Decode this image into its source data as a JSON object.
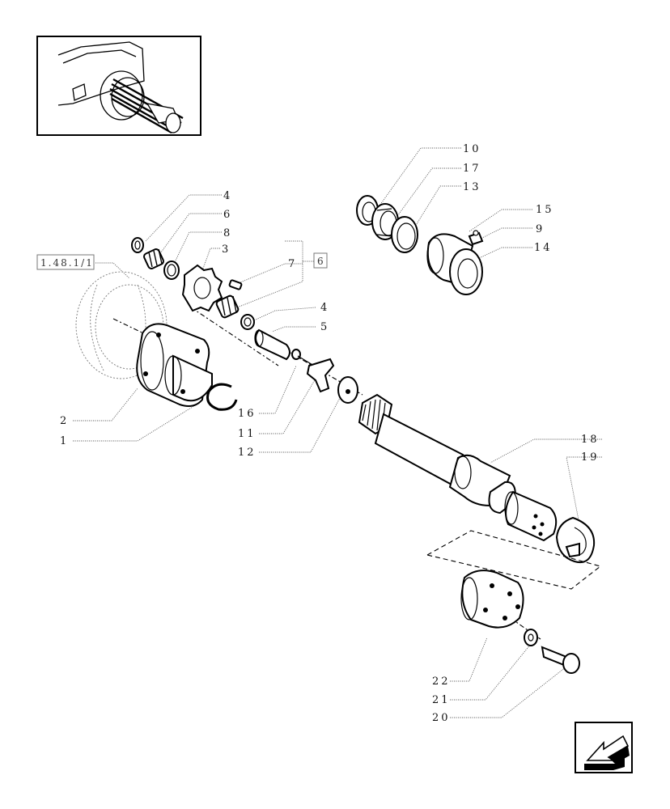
{
  "callouts": {
    "n1": "1",
    "n2": "2",
    "n3": "3",
    "n4a": "4",
    "n4b": "4",
    "n5": "5",
    "n6": "6",
    "n7": "7",
    "n8": "8",
    "n9": "9",
    "n10": "10",
    "n11": "11",
    "n12": "12",
    "n13": "13",
    "n14": "14",
    "n15": "15",
    "n16": "16",
    "n17": "17",
    "n18": "18",
    "n19": "19",
    "n20": "20",
    "n21": "21",
    "n22": "22"
  },
  "references": {
    "page_ref": "1.48.1/1",
    "kit_ref": "6"
  },
  "icons": {
    "thumbnail": "tractor-rear-axle-thumbnail",
    "navigation": "next-page-arrow-icon"
  },
  "colors": {
    "line": "#000000",
    "leader": "#666666",
    "background": "#ffffff"
  }
}
